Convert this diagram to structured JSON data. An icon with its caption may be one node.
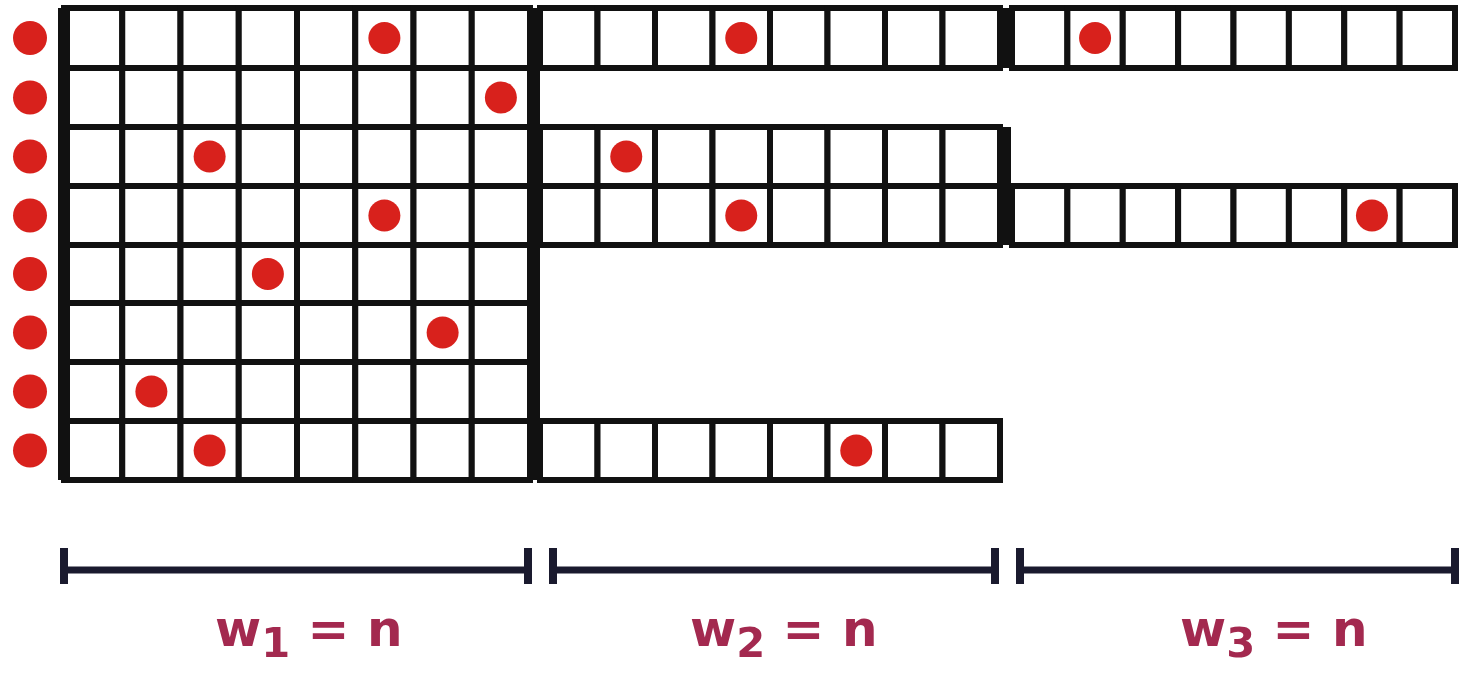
{
  "diagram": {
    "labels": [
      "w$_{1}$ = n",
      "w$_{2}$ = n",
      "w$_{3}$ = n"
    ]
  }
}
